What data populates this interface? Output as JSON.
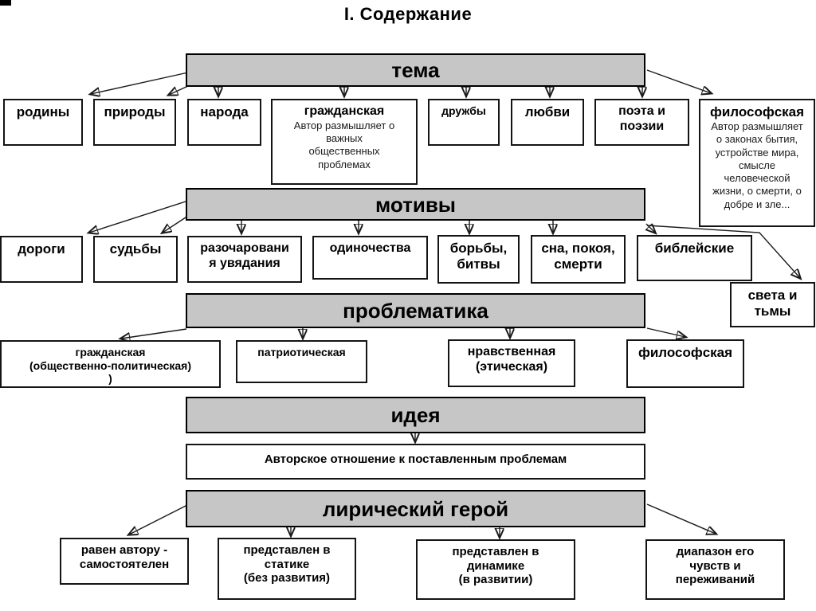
{
  "title": "I. Содержание",
  "colors": {
    "header_fill": "#c6c6c6",
    "box_fill": "#ffffff",
    "border": "#000000",
    "background": "#ffffff"
  },
  "sections": {
    "tema": {
      "header": "тема",
      "children": [
        {
          "label": "родины"
        },
        {
          "label": "природы"
        },
        {
          "label": "народа"
        },
        {
          "label": "гражданская",
          "description": "Автор размышляет о\nважных\nобщественных\nпроблемах"
        },
        {
          "label": "дружбы"
        },
        {
          "label": "любви"
        },
        {
          "label": "поэта и\nпоэзии"
        },
        {
          "label": "философская",
          "description": "Автор размышляет\nо законах бытия,\nустройстве мира,\nсмысле\nчеловеческой\nжизни, о смерти, о\nдобре и зле..."
        }
      ]
    },
    "motivy": {
      "header": "мотивы",
      "children": [
        {
          "label": "дороги"
        },
        {
          "label": "судьбы"
        },
        {
          "label": "разочаровани\nя увядания"
        },
        {
          "label": "одиночества"
        },
        {
          "label": "борьбы,\nбитвы"
        },
        {
          "label": "сна, покоя,\nсмерти"
        },
        {
          "label": "библейские"
        },
        {
          "label": "света и\nтьмы"
        }
      ]
    },
    "problematika": {
      "header": "проблематика",
      "children": [
        {
          "label": "гражданская\n(общественно-политическая)\n)"
        },
        {
          "label": "патриотическая"
        },
        {
          "label": "нравственная\n(этическая)"
        },
        {
          "label": "философская"
        }
      ]
    },
    "ideya": {
      "header": "идея",
      "children": [
        {
          "label": "Авторское отношение к поставленным проблемам"
        }
      ]
    },
    "geroy": {
      "header": "лирический герой",
      "children": [
        {
          "label": "равен автору -\nсамостоятелен"
        },
        {
          "label": "представлен в\nстатике\n(без развития)"
        },
        {
          "label": "представлен в\nдинамике\n(в развитии)"
        },
        {
          "label": "диапазон его\nчувств и\nпереживаний"
        }
      ]
    }
  }
}
